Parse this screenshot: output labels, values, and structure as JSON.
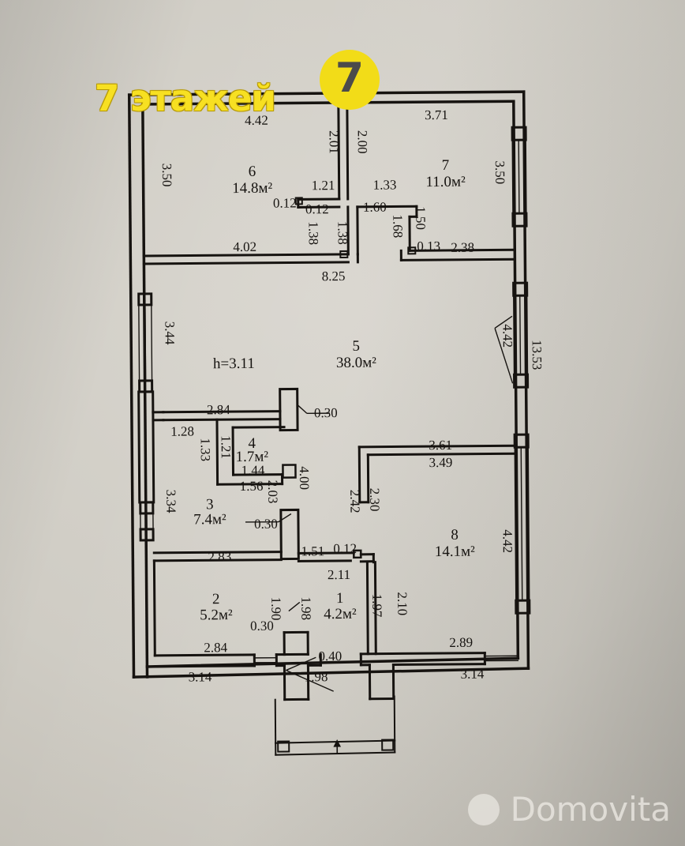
{
  "document": {
    "type": "apartment-floor-plan",
    "ceiling_height_label": "h=3.11",
    "units": "м"
  },
  "promo": {
    "headline": "7 этажей",
    "badge_number": "7",
    "badge_color": "#f2dc18",
    "headline_color": "#f7e022"
  },
  "watermark": {
    "text": "Domovita",
    "icon": "circle-icon",
    "color": "#ebe8e2"
  },
  "rooms": [
    {
      "number": "1",
      "area": "4.2м²"
    },
    {
      "number": "2",
      "area": "5.2м²"
    },
    {
      "number": "3",
      "area": "7.4м²"
    },
    {
      "number": "4",
      "area": "1.7м²"
    },
    {
      "number": "5",
      "area": "38.0м²"
    },
    {
      "number": "6",
      "area": "14.8м²"
    },
    {
      "number": "7",
      "area": "11.0м²"
    },
    {
      "number": "8",
      "area": "14.1м²"
    }
  ],
  "dimensions": {
    "d_4_42_top": "4.42",
    "d_3_71": "3.71",
    "d_3_50_left": "3.50",
    "d_3_50_right": "3.50",
    "d_2_01": "2.01",
    "d_2_00": "2.00",
    "d_1_21": "1.21",
    "d_1_33": "1.33",
    "d_0_12_a": "0.12",
    "d_0_12_b": "0.12",
    "d_1_60": "1.60",
    "d_1_38_a": "1.38",
    "d_1_38_b": "1.38",
    "d_1_68": "1.68",
    "d_1_50": "1.50",
    "d_0_13": "0.13",
    "d_2_38": "2.38",
    "d_4_02": "4.02",
    "d_8_25": "8.25",
    "d_3_44": "3.44",
    "d_4_42_right": "4.42",
    "d_13_53": "13.53",
    "d_2_84_top": "2.84",
    "d_0_30_a": "0.30",
    "d_1_28": "1.28",
    "d_1_33_b": "1.33",
    "d_1_21_b": "1.21",
    "d_1_44": "1.44",
    "d_1_56": "1.56",
    "d_2_03": "2.03",
    "d_4_00": "4.00",
    "d_3_34": "3.34",
    "d_0_30_b": "0.30",
    "d_2_83": "2.83",
    "d_1_51": "1.51",
    "d_0_12_c": "0.12",
    "d_2_11": "2.11",
    "d_3_61": "3.61",
    "d_3_49": "3.49",
    "d_2_42": "2.42",
    "d_2_30": "2.30",
    "d_4_42_r2": "4.42",
    "d_1_90": "1.90",
    "d_1_98_a": "1.98",
    "d_0_30_c": "0.30",
    "d_1_97": "1.97",
    "d_2_10": "2.10",
    "d_2_84_bot": "2.84",
    "d_3_14_left": "3.14",
    "d_0_40": "0.40",
    "d_1_98_b": "1.98",
    "d_2_89": "2.89",
    "d_3_14_right": "3.14"
  },
  "colors": {
    "paper": "#d5d2cb",
    "background": "#867a6a",
    "ink": "#161310"
  }
}
